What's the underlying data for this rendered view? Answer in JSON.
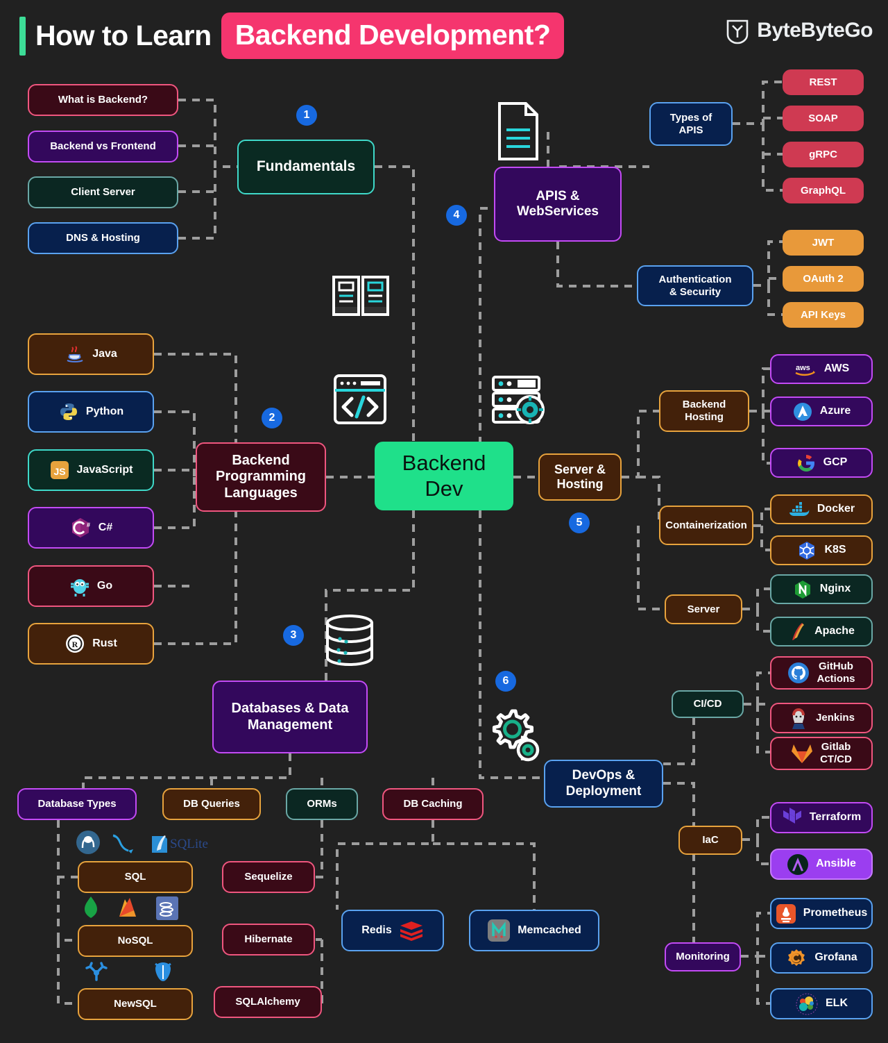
{
  "header": {
    "title_plain": "How to Learn",
    "title_highlight": "Backend Development?",
    "brand": "ByteByteGo",
    "accent_bar": "#3ddc97",
    "highlight_bg": "#f5356e"
  },
  "center": {
    "label": "Backend\nDev",
    "color": "#1fe08a"
  },
  "badges": [
    "1",
    "2",
    "3",
    "4",
    "5",
    "6"
  ],
  "branches": {
    "fundamentals": {
      "label": "Fundamentals",
      "badge": "1",
      "children": [
        {
          "label": "What is Backend?",
          "style": "maroon"
        },
        {
          "label": "Backend vs Frontend",
          "style": "purple"
        },
        {
          "label": "Client Server",
          "style": "teal"
        },
        {
          "label": "DNS & Hosting",
          "style": "navy"
        }
      ]
    },
    "languages": {
      "label": "Backend\nProgramming\nLanguages",
      "badge": "2",
      "children": [
        {
          "label": "Java",
          "style": "brown",
          "icon": "java-icon"
        },
        {
          "label": "Python",
          "style": "navy",
          "icon": "python-icon"
        },
        {
          "label": "JavaScript",
          "style": "green",
          "icon": "javascript-icon"
        },
        {
          "label": "C#",
          "style": "purple",
          "icon": "csharp-icon"
        },
        {
          "label": "Go",
          "style": "maroon",
          "icon": "go-icon"
        },
        {
          "label": "Rust",
          "style": "brown",
          "icon": "rust-icon"
        }
      ]
    },
    "apis": {
      "label": "APIS &\nWebServices",
      "badge": "4",
      "groups": [
        {
          "label": "Types of\nAPIS",
          "style": "navy",
          "children": [
            {
              "label": "REST",
              "style": "rose-s"
            },
            {
              "label": "SOAP",
              "style": "rose-s"
            },
            {
              "label": "gRPC",
              "style": "rose-s"
            },
            {
              "label": "GraphQL",
              "style": "rose-s"
            }
          ]
        },
        {
          "label": "Authentication\n& Security",
          "style": "navy",
          "children": [
            {
              "label": "JWT",
              "style": "orange-s"
            },
            {
              "label": "OAuth 2",
              "style": "orange-s"
            },
            {
              "label": "API Keys",
              "style": "orange-s"
            }
          ]
        }
      ]
    },
    "server_hosting": {
      "label": "Server &\nHosting",
      "badge": "5",
      "groups": [
        {
          "label": "Backend\nHosting",
          "style": "brown",
          "children": [
            {
              "label": "AWS",
              "style": "purple",
              "icon": "aws-icon"
            },
            {
              "label": "Azure",
              "style": "purple",
              "icon": "azure-icon"
            },
            {
              "label": "GCP",
              "style": "purple",
              "icon": "gcp-icon"
            }
          ]
        },
        {
          "label": "Containerization",
          "style": "brown",
          "children": [
            {
              "label": "Docker",
              "style": "brown",
              "icon": "docker-icon"
            },
            {
              "label": "K8S",
              "style": "brown",
              "icon": "kubernetes-icon"
            }
          ]
        },
        {
          "label": "Server",
          "style": "brown",
          "children": [
            {
              "label": "Nginx",
              "style": "teal",
              "icon": "nginx-icon"
            },
            {
              "label": "Apache",
              "style": "teal",
              "icon": "apache-icon"
            }
          ]
        }
      ]
    },
    "databases": {
      "label": "Databases & Data\nManagement",
      "badge": "3",
      "groups": [
        {
          "label": "Database Types",
          "style": "purple",
          "children": [
            {
              "label": "SQL",
              "style": "brown",
              "logos": [
                "postgresql-icon",
                "mysql-icon",
                "sqlite-icon"
              ]
            },
            {
              "label": "NoSQL",
              "style": "brown",
              "logos": [
                "mongodb-icon",
                "firebase-icon",
                "cassandra-icon"
              ]
            },
            {
              "label": "NewSQL",
              "style": "brown",
              "logos": [
                "tidb-icon",
                "cockroachdb-icon"
              ]
            }
          ]
        },
        {
          "label": "DB Queries",
          "style": "brown",
          "children": []
        },
        {
          "label": "ORMs",
          "style": "teal",
          "children": [
            {
              "label": "Sequelize",
              "style": "maroon"
            },
            {
              "label": "Hibernate",
              "style": "maroon"
            },
            {
              "label": "SQLAlchemy",
              "style": "maroon"
            }
          ]
        },
        {
          "label": "DB Caching",
          "style": "maroon",
          "children": [
            {
              "label": "Redis",
              "style": "navy",
              "icon": "redis-icon"
            },
            {
              "label": "Memcached",
              "style": "navy",
              "icon": "memcached-icon"
            }
          ]
        }
      ]
    },
    "devops": {
      "label": "DevOps &\nDeployment",
      "badge": "6",
      "groups": [
        {
          "label": "CI/CD",
          "style": "teal",
          "children": [
            {
              "label": "GitHub\nActions",
              "style": "maroon",
              "icon": "github-icon"
            },
            {
              "label": "Jenkins",
              "style": "maroon",
              "icon": "jenkins-icon"
            },
            {
              "label": "Gitlab\nCT/CD",
              "style": "maroon",
              "icon": "gitlab-icon"
            }
          ]
        },
        {
          "label": "IaC",
          "style": "brown",
          "children": [
            {
              "label": "Terraform",
              "style": "purple",
              "icon": "terraform-icon"
            },
            {
              "label": "Ansible",
              "style": "violet-s",
              "icon": "ansible-icon"
            }
          ]
        },
        {
          "label": "Monitoring",
          "style": "purple",
          "children": [
            {
              "label": "Prometheus",
              "style": "navy",
              "icon": "prometheus-icon"
            },
            {
              "label": "Grofana",
              "style": "navy",
              "icon": "grafana-icon"
            },
            {
              "label": "ELK",
              "style": "navy",
              "icon": "elk-icon"
            }
          ]
        }
      ]
    }
  },
  "decorations": [
    {
      "name": "document-icon"
    },
    {
      "name": "open-book-icon"
    },
    {
      "name": "code-window-icon"
    },
    {
      "name": "server-settings-icon"
    },
    {
      "name": "database-cylinder-icon"
    },
    {
      "name": "gears-icon"
    }
  ]
}
